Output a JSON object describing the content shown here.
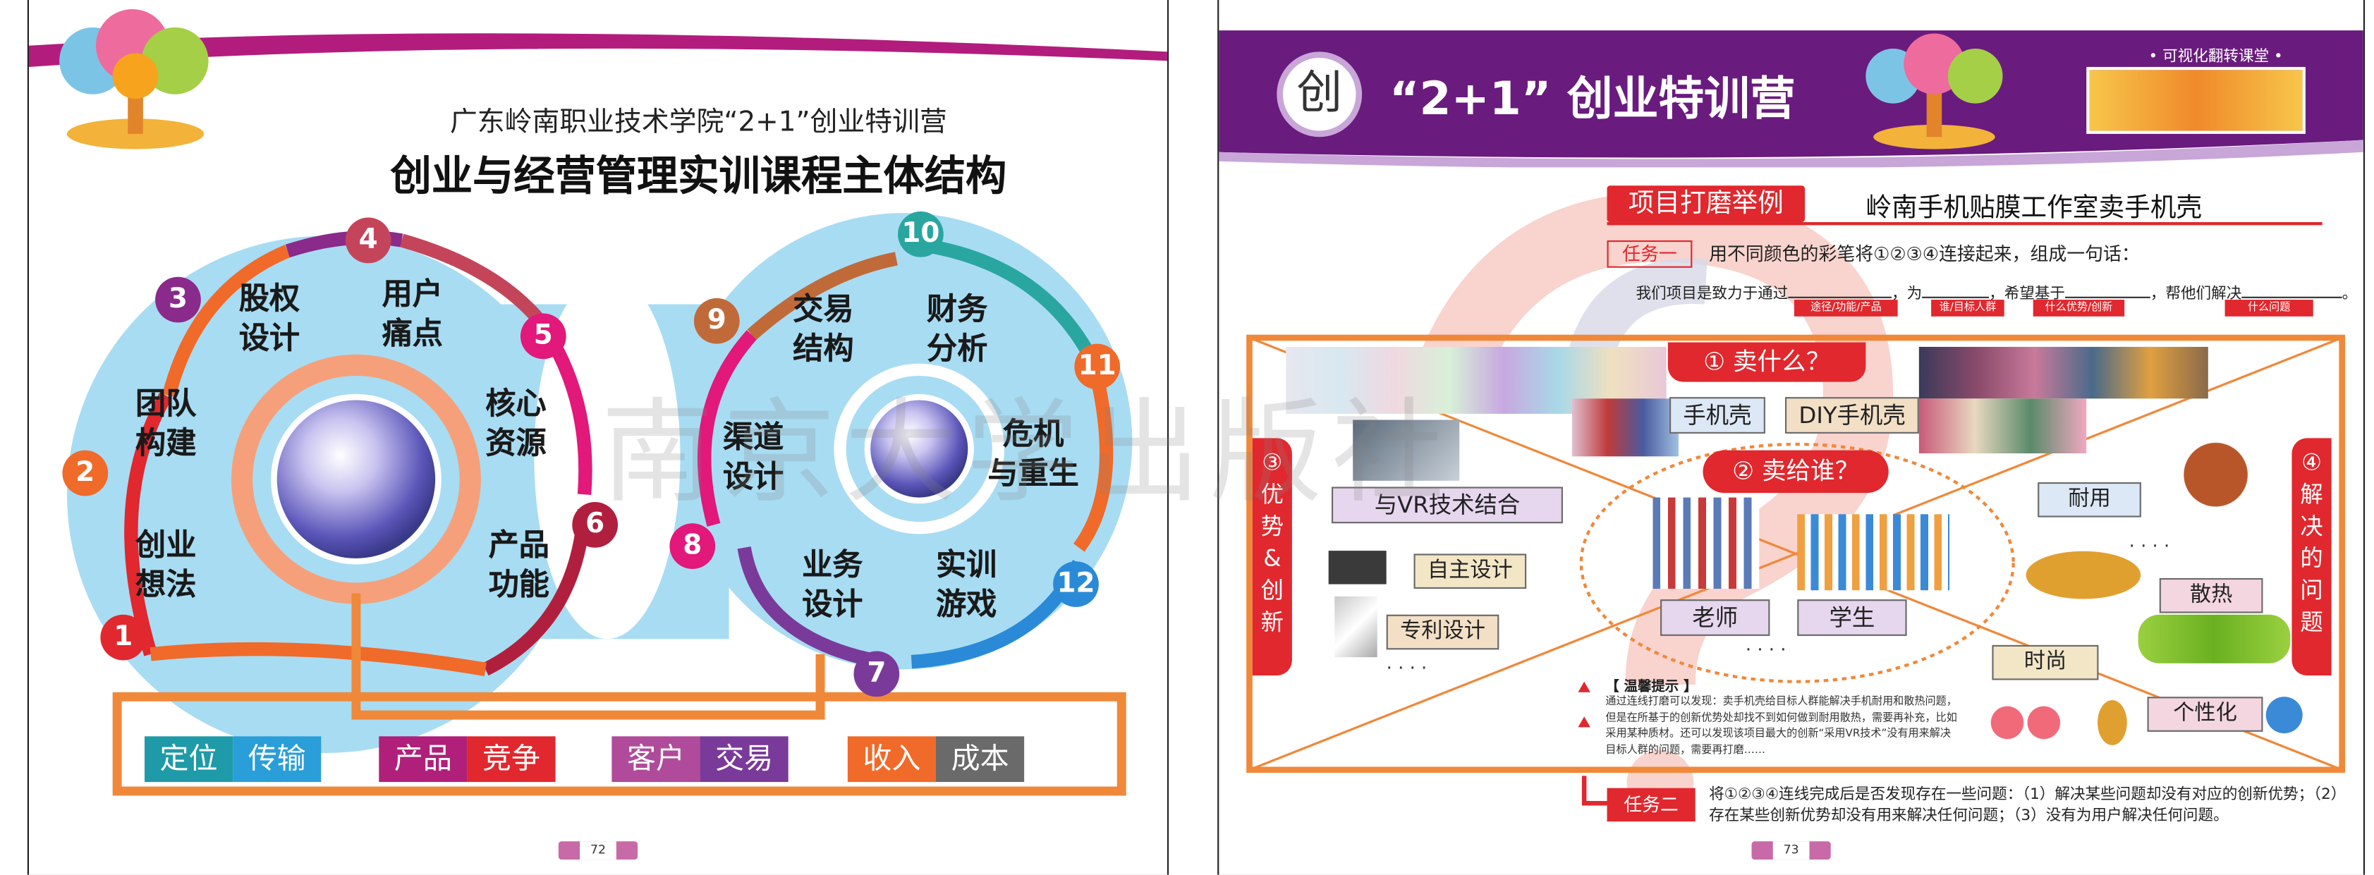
{
  "left_page": {
    "school_title": "广东岭南职业技术学院“2+1”创业特训营",
    "main_title": "创业与经营管理实训课程主体结构",
    "left_ring": {
      "segments": [
        "创业\n想法",
        "团队\n构建",
        "股权\n设计",
        "用户\n痛点",
        "核心\n资源",
        "产品\n功能"
      ],
      "numbers": [
        "1",
        "2",
        "3",
        "4",
        "5",
        "6"
      ]
    },
    "right_ring": {
      "segments": [
        "渠道\n设计",
        "交易\n结构",
        "财务\n分析",
        "危机\n与重生",
        "实训\n游戏",
        "业务\n设计"
      ],
      "numbers": [
        "7",
        "8",
        "9",
        "10",
        "11",
        "12"
      ]
    },
    "bottom_pairs": [
      {
        "a": "定位",
        "b": "传输",
        "color_a": "#1e9aa8",
        "color_b": "#2a9ed8"
      },
      {
        "a": "产品",
        "b": "竞争",
        "color_a": "#b0207a",
        "color_b": "#e0282e"
      },
      {
        "a": "客户",
        "b": "交易",
        "color_a": "#b04a9a",
        "color_b": "#7a3a9a"
      },
      {
        "a": "收入",
        "b": "成本",
        "color_a": "#f06a2a",
        "color_b": "#6a6a6a"
      }
    ],
    "page_number": "72"
  },
  "right_page": {
    "badge_char": "创",
    "camp_title": "“2+1” 创业特训营",
    "course_label": "• 可视化翻转课堂 •",
    "section_tag": "项目打磨举例",
    "project_name": "岭南手机贴膜工作室卖手机壳",
    "task1_label": "任务一",
    "task1_text": "用不同颜色的彩笔将①②③④连接起来，组成一句话：",
    "fill_sentence": {
      "p1": "我们项目是致力于通过",
      "p2": "，为",
      "p3": "，希望基于",
      "p4": "，帮他们解决",
      "p5": "。",
      "hint1": "途径/功能/产品",
      "hint2": "谁/目标人群",
      "hint3": "什么优势/创新",
      "hint4": "什么问题"
    },
    "q1": "① 卖什么？",
    "q2": "② 卖给谁？",
    "q3": "③\n优\n势\n&\n创\n新",
    "q4": "④\n解\n决\n的\n问\n题",
    "sell_items": [
      "手机壳",
      "DIY手机壳"
    ],
    "audience": [
      "老师",
      "学生"
    ],
    "advantages": [
      "与VR技术结合",
      "自主设计",
      "专利设计"
    ],
    "problems": [
      "耐用",
      "散热",
      "时尚",
      "个性化"
    ],
    "ellipsis": "· · · ·",
    "tip_title": "【 温馨提示 】",
    "tip_text": "通过连线打磨可以发现：卖手机壳给目标人群能解决手机耐用和散热问题，但是在所基于的创新优势处却找不到如何做到耐用散热，需要再补充，比如采用某种质材。还可以发现该项目最大的创新“采用VR技术”没有用来解决目标人群的问题，需要再打磨……",
    "task2_label": "任务二",
    "task2_text": "将①②③④连线完成后是否发现存在一些问题：（1）解决某些问题却没有对应的创新优势；（2）存在某些创新优势却没有用来解决任何问题；（3）没有为用户解决任何问题。",
    "page_number": "73"
  },
  "watermark": "南京大学出版社"
}
